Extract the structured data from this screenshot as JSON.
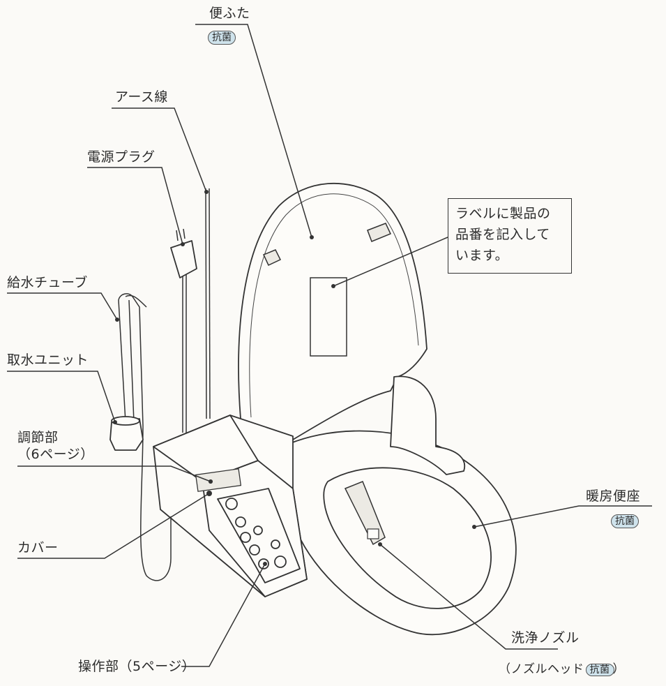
{
  "labels": {
    "lid": "便ふた",
    "lid_badge": "抗菌",
    "ground_wire": "アース線",
    "power_plug": "電源プラグ",
    "supply_tube": "給水チューブ",
    "intake_unit": "取水ユニット",
    "adjust_part": "調節部",
    "adjust_page": "（6ページ）",
    "cover": "カバー",
    "operation_part": "操作部（5ページ）",
    "heated_seat": "暖房便座",
    "seat_badge": "抗菌",
    "nozzle": "洗浄ノズル",
    "nozzle_head_prefix": "（ノズルヘッド",
    "nozzle_badge": "抗菌",
    "nozzle_head_suffix": "）"
  },
  "label_note": {
    "line1": "ラベルに製品の",
    "line2": "品番を記入して",
    "line3": "います。"
  },
  "colors": {
    "badge_fill": "#cfe3ec",
    "line": "#333333",
    "background": "#fbfaf7"
  }
}
